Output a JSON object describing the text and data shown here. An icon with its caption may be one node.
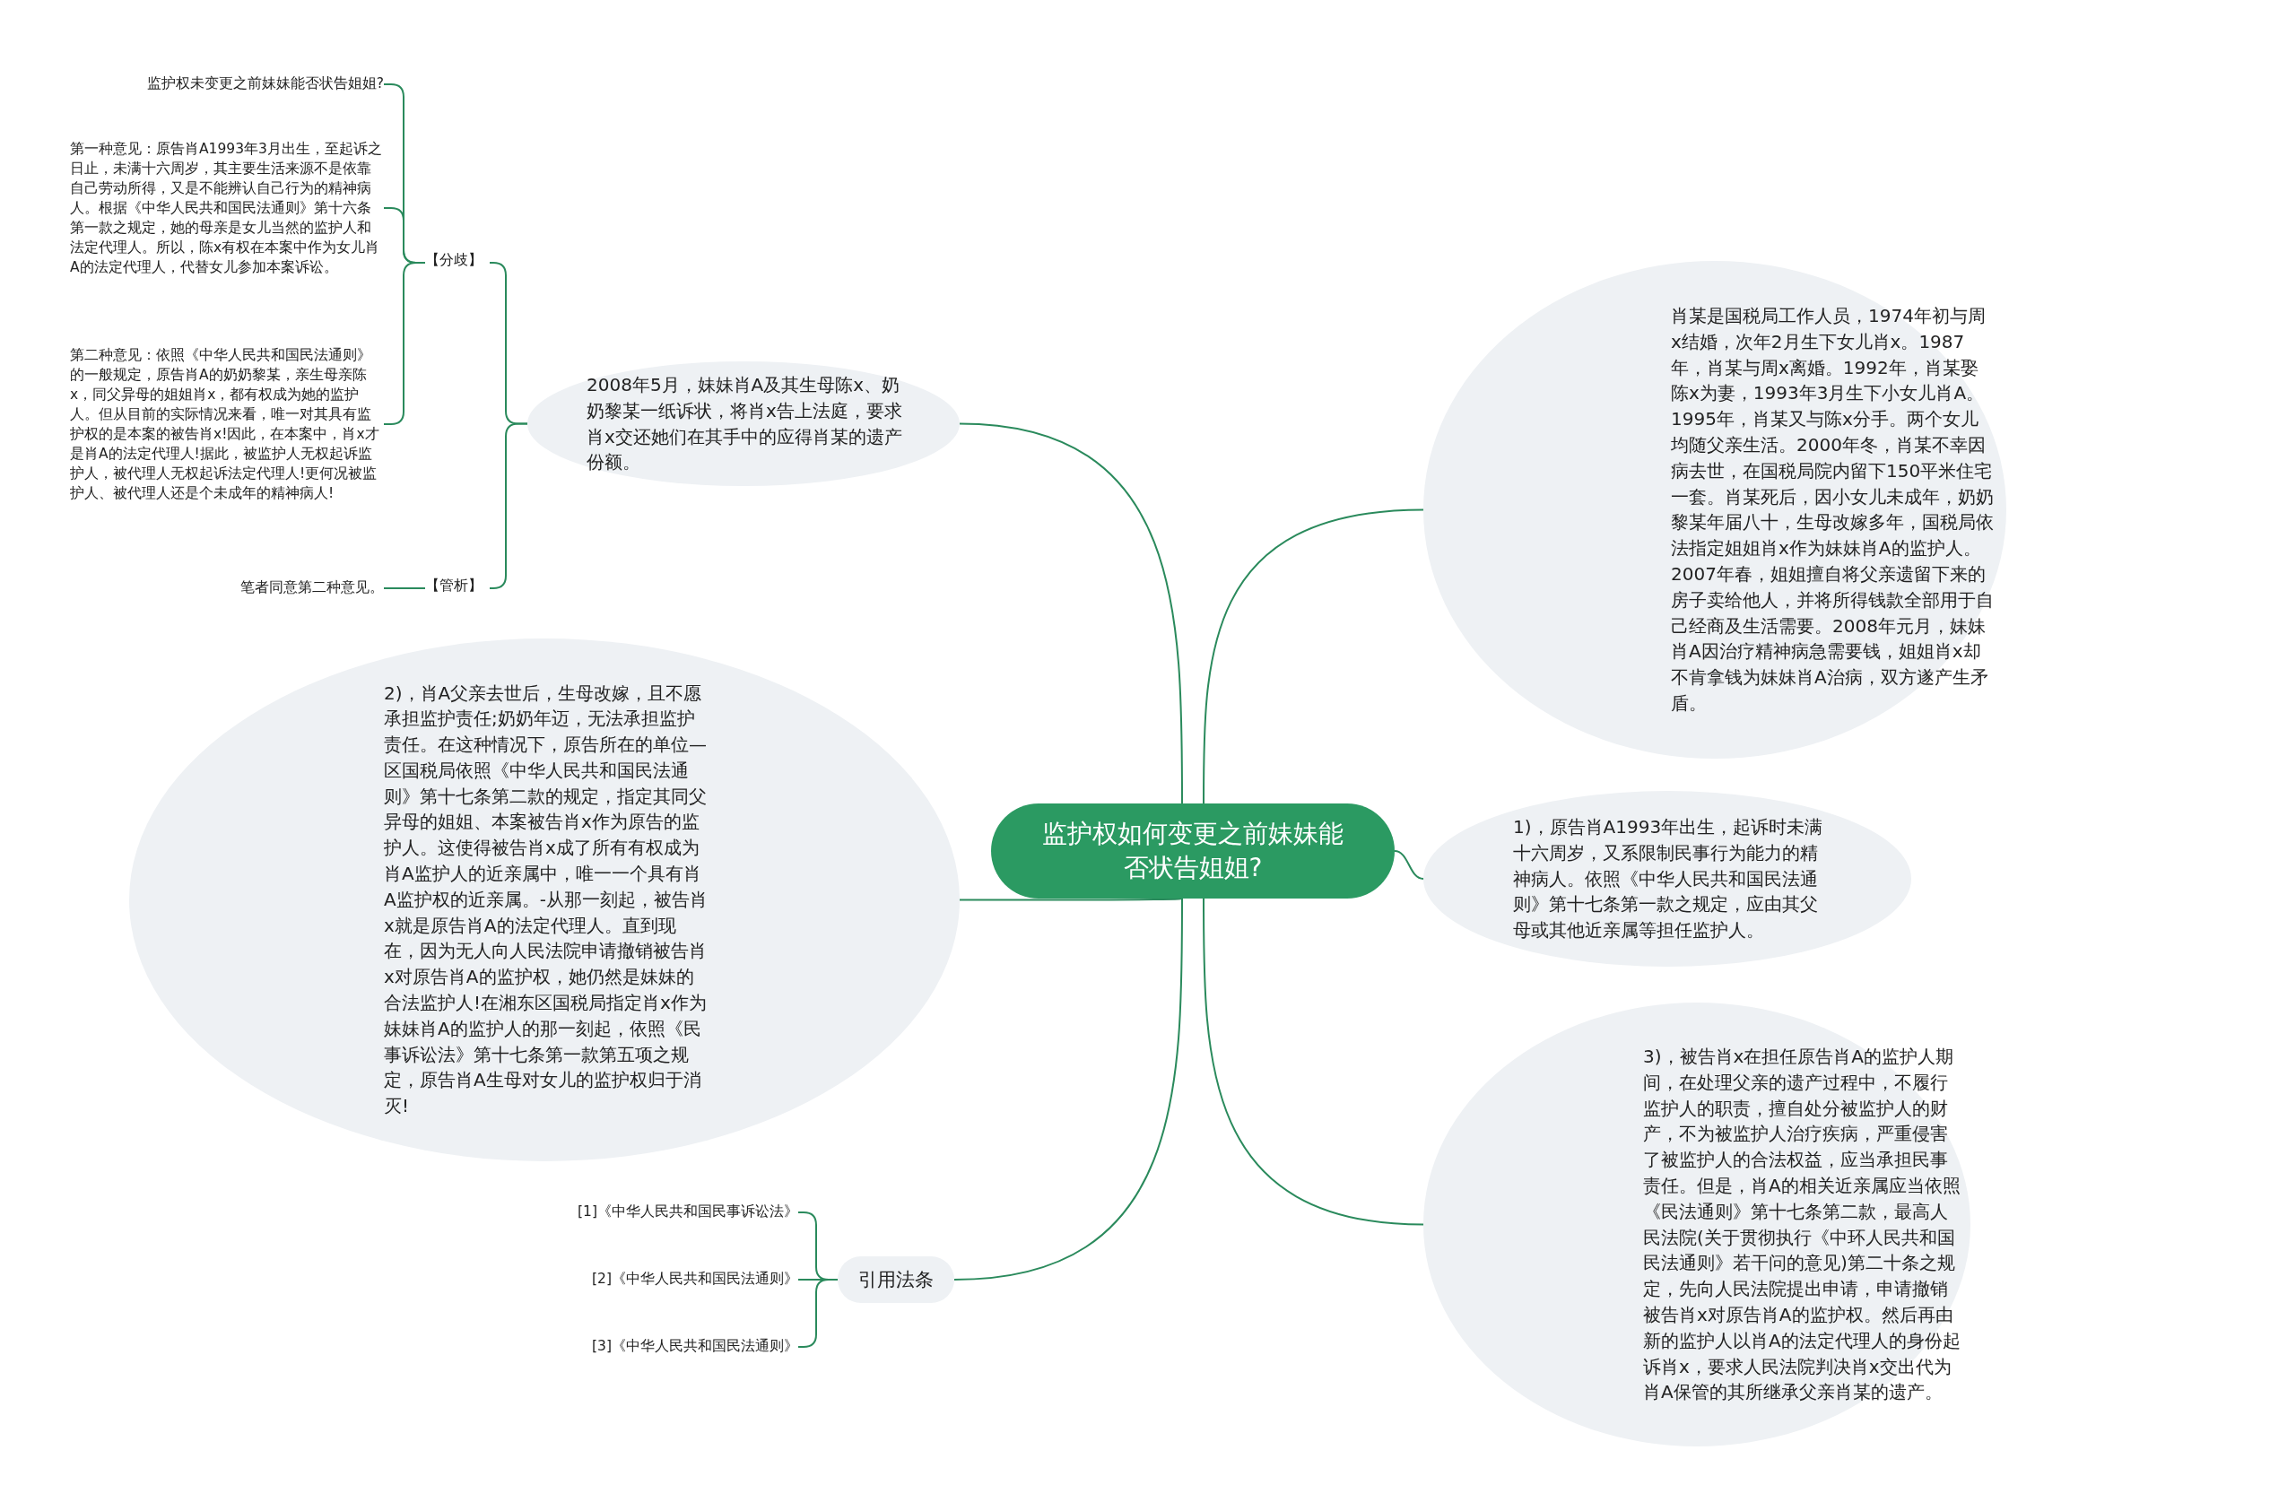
{
  "diagram": {
    "nodes": [
      {
        "text": [
          "监护权如何变更之前妹妹能否状告姐姐?"
        ]
      },
      {
        "text": [
          "2008年5月，妹妹肖A及其生母陈x、奶奶黎某一纸诉状，将肖x告上法庭，要求肖x交还她们在其手中的应得肖某的遗产份额。"
        ]
      },
      {
        "text": [
          "【分歧】"
        ]
      },
      {
        "text": [
          "监护权未变更之前妹妹能否状告姐姐?"
        ]
      },
      {
        "text": [
          "第一种意见：原告肖A1993年3月出生，至起诉之日止，未满十六周岁，其主要生活来源不是依靠自己劳动所得，又是不能辨认自己行为的精神病人。根据《中华人民共和国民法通则》第十六条第一款之规定，她的母亲是女儿当然的监护人和法定代理人。所以，陈x有权在本案中作为女儿肖A的法定代理人，代替女儿参加本案诉讼。"
        ]
      },
      {
        "text": [
          "第二种意见：依照《中华人民共和国民法通则》的一般规定，原告肖A的奶奶黎某，亲生母亲陈x，同父异母的姐姐肖x，都有权成为她的监护人。但从目前的实际情况来看，唯一对其具有监护权的是本案的被告肖x!因此，在本案中，肖x才是肖A的法定代理人!据此，被监护人无权起诉监护人，被代理人无权起诉法定代理人!更何况被监护人、被代理人还是个未成年的精神病人!"
        ]
      },
      {
        "text": [
          "【管析】"
        ]
      },
      {
        "text": [
          "笔者同意第二种意见。"
        ]
      },
      {
        "text": [
          "2)，肖A父亲去世后，生母改嫁，且不愿承担监护责任;奶奶年迈，无法承担监护责任。在这种情况下，原告所在的单位—区国税局依照《中华人民共和国民法通则》第十七条第二款的规定，指定其同父异母的姐姐、本案被告肖x作为原告的监护人。这使得被告肖x成了所有有权成为肖A监护人的近亲属中，唯一一个具有肖A监护权的近亲属。-从那一刻起，被告肖x就是原告肖A的法定代理人。直到现在，因为无人向人民法院申请撤销被告肖x对原告肖A的监护权，她仍然是妹妹的合法监护人!在湘东区国税局指定肖x作为妹妹肖A的监护人的那一刻起，依照《民事诉讼法》第十七条第一款第五项之规定，原告肖A生母对女儿的监护权归于消灭!"
        ]
      },
      {
        "text": [
          "引用法条"
        ]
      },
      {
        "text": [
          "[1]《中华人民共和国民事诉讼法》"
        ]
      },
      {
        "text": [
          "[2]《中华人民共和国民法通则》"
        ]
      },
      {
        "text": [
          "[3]《中华人民共和国民法通则》"
        ]
      },
      {
        "text": [
          "肖某是国税局工作人员，1974年初与周x结婚，次年2月生下女儿肖x。1987年，肖某与周x离婚。1992年，肖某娶陈x为妻，1993年3月生下小女儿肖A。1995年，肖某又与陈x分手。两个女儿均随父亲生活。2000年冬，肖某不幸因病去世，在国税局院内留下150平米住宅一套。肖某死后，因小女儿未成年，奶奶黎某年届八十，生母改嫁多年，国税局依法指定姐姐肖x作为妹妹肖A的监护人。2007年春，姐姐擅自将父亲遗留下来的房子卖给他人，并将所得钱款全部用于自己经商及生活需要。2008年元月，妹妹肖A因治疗精神病急需要钱，姐姐肖x却不肯拿钱为妹妹肖A治病，双方遂产生矛盾。"
        ]
      },
      {
        "text": [
          "1)，原告肖A1993年出生，起诉时未满十六周岁，又系限制民事行为能力的精神病人。依照《中华人民共和国民法通则》第十七条第一款之规定，应由其父母或其他近亲属等担任监护人。"
        ]
      },
      {
        "text": [
          "3)，被告肖x在担任原告肖A的监护人期间，在处理父亲的遗产过程中，不履行监护人的职责，擅自处分被监护人的财产，不为被监护人治疗疾病，严重侵害了被监护人的合法权益，应当承担民事责任。但是，肖A的相关近亲属应当依照《民法通则》第十七条第二款，最高人民法院(关于贯彻执行《中环人民共和国民法通则》若干问的意见)第二十条之规定，先向人民法院提出申请，申请撤销被告肖x对原告肖A的监护权。然后再由新的监护人以肖A的法定代理人的身份起诉肖x，要求人民法院判决肖x交出代为肖A保管的其所继承父亲肖某的遗产。"
        ]
      }
    ],
    "edges": [
      {
        "from": 0,
        "to": 1,
        "arrow": "none"
      },
      {
        "from": 0,
        "to": 8,
        "arrow": "none"
      },
      {
        "from": 0,
        "to": 9,
        "arrow": "none"
      },
      {
        "from": 0,
        "to": 13,
        "arrow": "none"
      },
      {
        "from": 0,
        "to": 14,
        "arrow": "none"
      },
      {
        "from": 0,
        "to": 15,
        "arrow": "none"
      },
      {
        "from": 1,
        "to": 2,
        "arrow": "none"
      },
      {
        "from": 1,
        "to": 6,
        "arrow": "none"
      },
      {
        "from": 2,
        "to": 3,
        "arrow": "none"
      },
      {
        "from": 2,
        "to": 4,
        "arrow": "none"
      },
      {
        "from": 2,
        "to": 5,
        "arrow": "none"
      },
      {
        "from": 6,
        "to": 7,
        "arrow": "none"
      },
      {
        "from": 9,
        "to": 10,
        "arrow": "none"
      },
      {
        "from": 9,
        "to": 11,
        "arrow": "none"
      },
      {
        "from": 9,
        "to": 12,
        "arrow": "none"
      }
    ]
  }
}
